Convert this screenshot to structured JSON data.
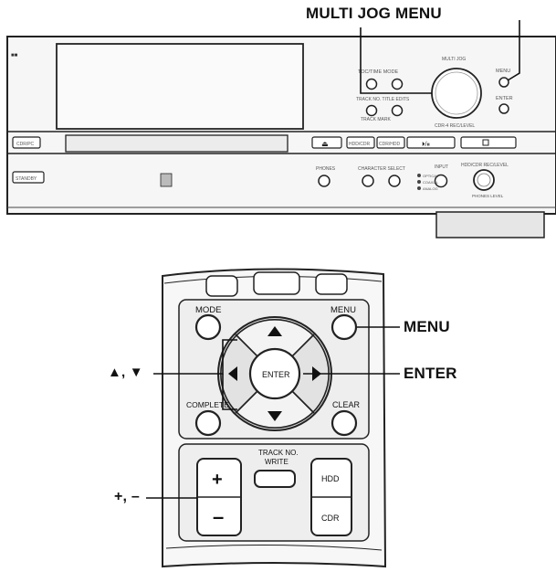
{
  "callouts": {
    "multi_jog_menu": "MULTI JOG MENU",
    "menu": "MENU",
    "enter": "ENTER",
    "arrows": "▲, ▼",
    "plus_minus": "+, –"
  },
  "device": {
    "top_left_row": [
      "TOC/TIME MODE",
      ""
    ],
    "mid_row": "TRACK NO. TITLE EDITS",
    "mid_row2": "TRACK MARK",
    "jog_top": "MULTI JOG",
    "jog_bottom": "CDR-4 REC/LEVEL",
    "menu": "MENU",
    "enter_small": "ENTER",
    "input_label": "INPUT",
    "input_options": [
      "OPTICAL",
      "COAXIAL",
      "ANALOG"
    ],
    "rec_level": "HDD/CDR REC/LEVEL",
    "buttons_row": [
      "CHARACTER SELECT"
    ],
    "left_buttons": [
      "CDR/PC",
      "STANDBY"
    ],
    "transport": [
      "HDD/CDR",
      "CDR/HDD",
      "⏵/⏸",
      "⏹"
    ],
    "phones": "PHONES",
    "phones_level": "PHONES LEVEL"
  },
  "remote": {
    "mode": "MODE",
    "menu": "MENU",
    "enter": "ENTER",
    "complete": "COMPLETE",
    "clear": "CLEAR",
    "track_no_write_1": "TRACK NO.",
    "track_no_write_2": "WRITE",
    "hdd": "HDD",
    "cdr": "CDR",
    "plus": "+",
    "minus": "–"
  }
}
